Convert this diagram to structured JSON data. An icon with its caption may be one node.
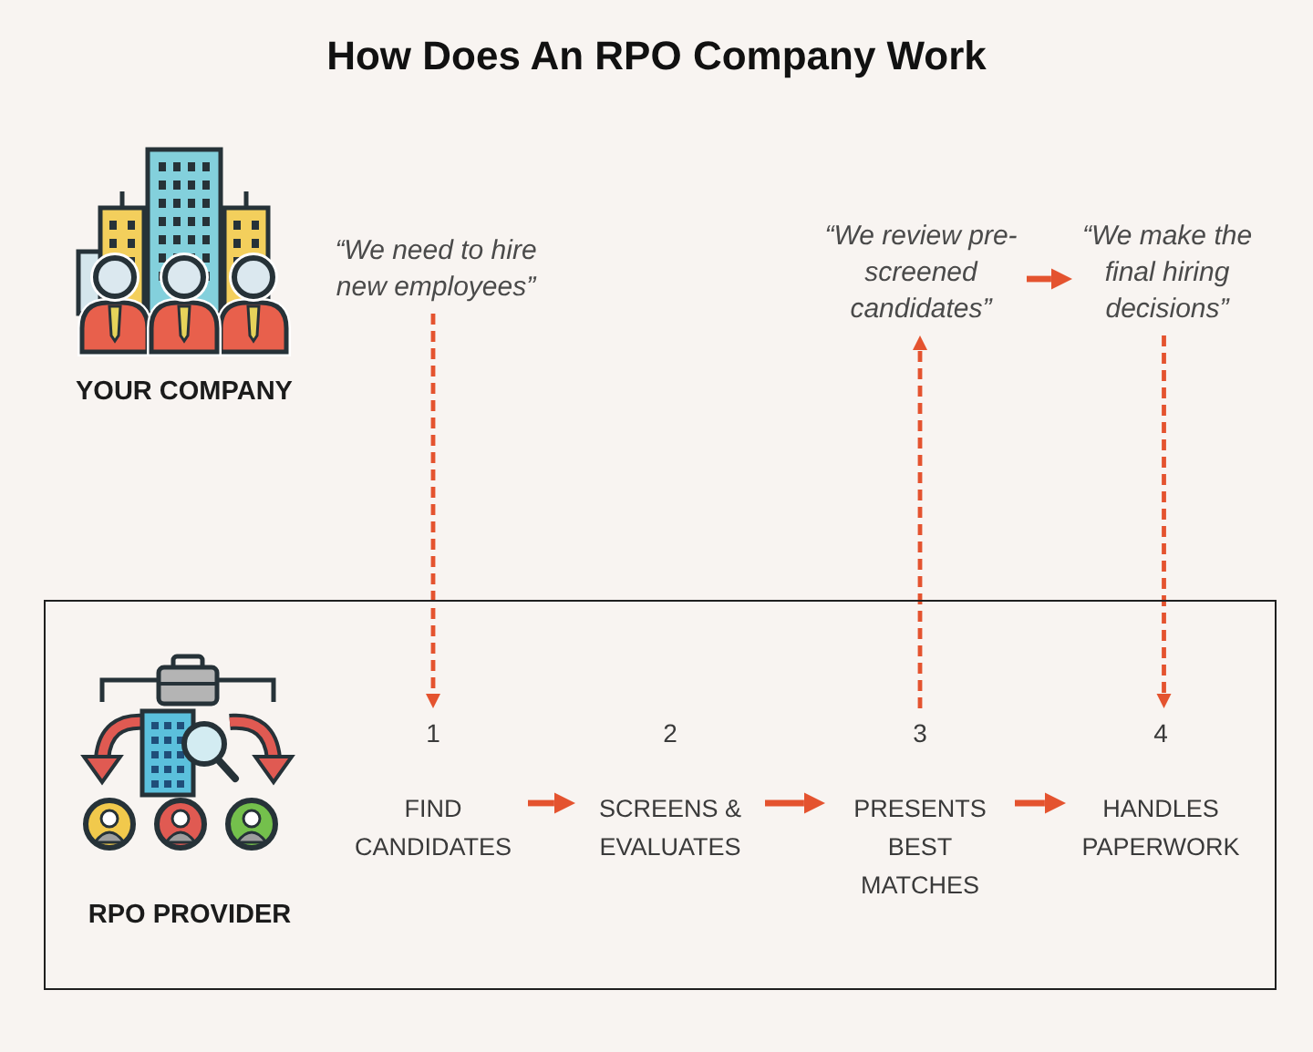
{
  "diagram": {
    "title": "How Does An RPO Company Work",
    "nodes": [
      {
        "text": [
          "YOUR COMPANY"
        ]
      },
      {
        "text": [
          "“We need to hire new employees”"
        ]
      },
      {
        "text": [
          "“We review pre-screened candidates”"
        ]
      },
      {
        "text": [
          "“We make the final hiring decisions”"
        ]
      },
      {
        "text": [
          "RPO PROVIDER"
        ]
      },
      {
        "text": [
          "1",
          "FIND CANDIDATES"
        ],
        "in": 4
      },
      {
        "text": [
          "2",
          "SCREENS & EVALUATES"
        ],
        "in": 4
      },
      {
        "text": [
          "3",
          "PRESENTS BEST MATCHES"
        ],
        "in": 4
      },
      {
        "text": [
          "4",
          "HANDLES PAPERWORK"
        ],
        "in": 4
      }
    ],
    "edges": [
      {
        "from": 1,
        "to": 5,
        "arrow": "to",
        "style": "dashed"
      },
      {
        "from": 2,
        "to": 3,
        "arrow": "to"
      },
      {
        "from": 7,
        "to": 2,
        "arrow": "to",
        "style": "dashed"
      },
      {
        "from": 3,
        "to": 8,
        "arrow": "to",
        "style": "dashed"
      },
      {
        "from": 5,
        "to": 6,
        "arrow": "to"
      },
      {
        "from": 6,
        "to": 7,
        "arrow": "to"
      },
      {
        "from": 7,
        "to": 8,
        "arrow": "to"
      }
    ]
  }
}
